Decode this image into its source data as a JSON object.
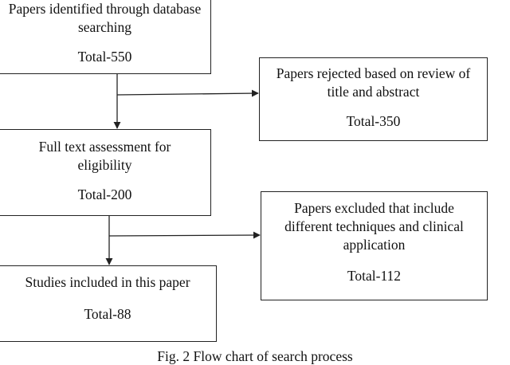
{
  "boxes": {
    "identified": {
      "label": "Papers identified through database searching",
      "total": "Total-550"
    },
    "rejected": {
      "label": "Papers rejected based on review of title and abstract",
      "total": "Total-350"
    },
    "fulltext": {
      "label": "Full text assessment for eligibility",
      "total": "Total-200"
    },
    "excluded": {
      "label": "Papers excluded that include different techniques and clinical application",
      "total": "Total-112"
    },
    "included": {
      "label": "Studies included in this paper",
      "total": "Total-88"
    }
  },
  "caption": "Fig. 2 Flow chart of search process",
  "colors": {
    "line": "#222222",
    "text": "#111111",
    "background": "#ffffff"
  }
}
